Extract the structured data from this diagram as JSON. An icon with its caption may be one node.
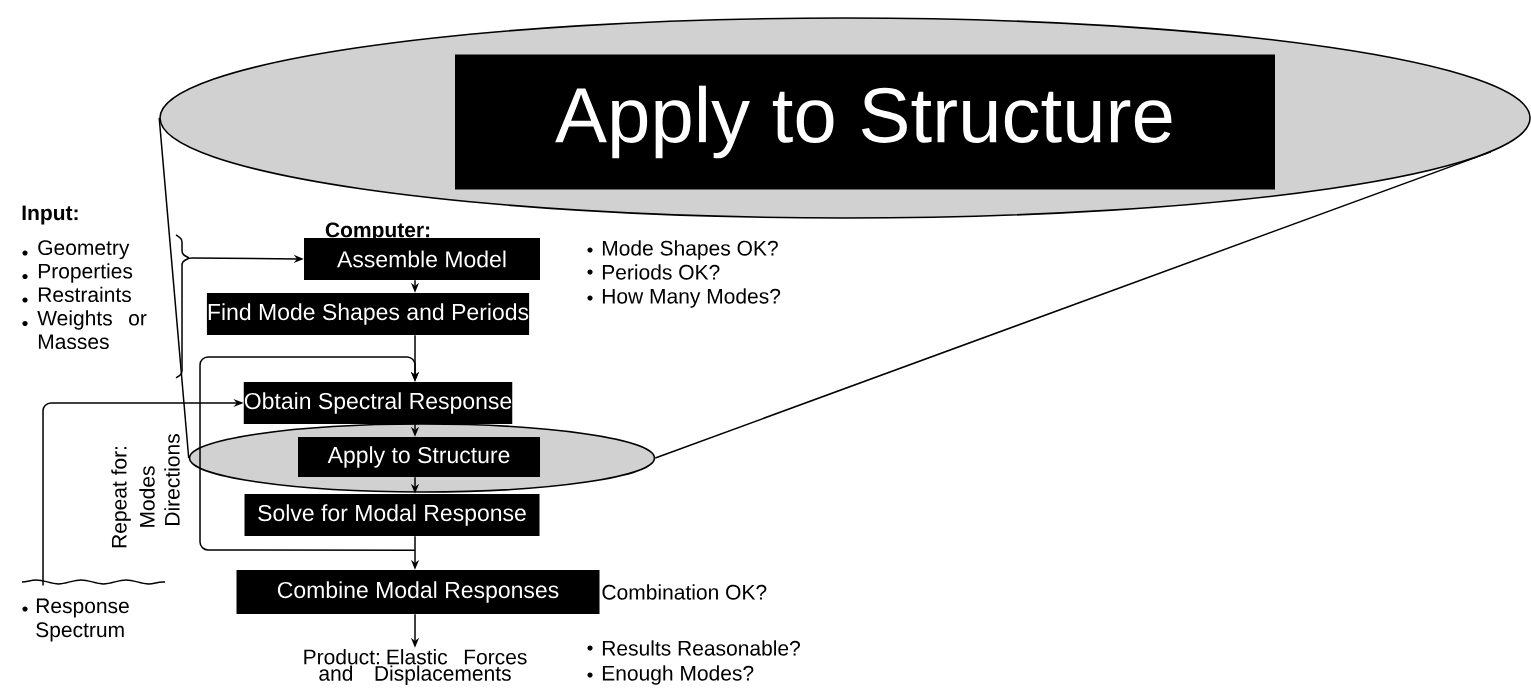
{
  "diagram": {
    "nodes": [
      {
        "text": [],
        "shape": "ellipse"
      },
      {
        "text": [
          "Apply to Structure"
        ],
        "in": 0
      },
      {
        "text": [],
        "shape": "ellipse"
      },
      {
        "text": [
          "Geometry",
          "Properties",
          "Restraints",
          "Weights or Masses"
        ]
      },
      {
        "text": [
          "Assemble Model"
        ]
      },
      {
        "text": [
          "Find Mode Shapes and Periods"
        ]
      },
      {
        "text": [
          "Obtain Spectral Response"
        ]
      },
      {
        "text": [
          "Apply to Structure"
        ],
        "in": 2
      },
      {
        "text": [
          "Solve for Modal Response"
        ]
      },
      {
        "text": [
          "Combine Modal Responses"
        ],
        "beside": [
          "Combination OK?"
        ]
      },
      {
        "text": [
          "Product: Elastic Forces and Displacements"
        ]
      },
      {
        "text": [
          "Response Spectrum"
        ]
      }
    ],
    "edges": [
      {
        "from": 2,
        "to": 0,
        "arrow": "none"
      },
      {
        "from": 2,
        "to": 0,
        "arrow": "none"
      },
      {
        "from": 3,
        "to": 4,
        "arrow": "to"
      },
      {
        "from": 4,
        "to": 5,
        "arrow": "to"
      },
      {
        "from": 5,
        "to": 6,
        "arrow": "to"
      },
      {
        "from": 6,
        "to": 7,
        "arrow": "to"
      },
      {
        "from": 7,
        "to": 8,
        "arrow": "to"
      },
      {
        "from": 8,
        "to": 9,
        "arrow": "to"
      },
      {
        "from": 9,
        "to": 10,
        "arrow": "to"
      },
      {
        "from": 8,
        "to": 6,
        "arrow": "to"
      },
      {
        "from": 11,
        "to": 6,
        "arrow": "to"
      }
    ],
    "labels": [
      "Input:",
      "Computer:",
      "Repeat for:",
      "Modes",
      "Directions",
      "Mode Shapes OK?",
      "Periods OK?",
      "How Many Modes?",
      "Results Reasonable?",
      "Enough Modes?"
    ]
  }
}
